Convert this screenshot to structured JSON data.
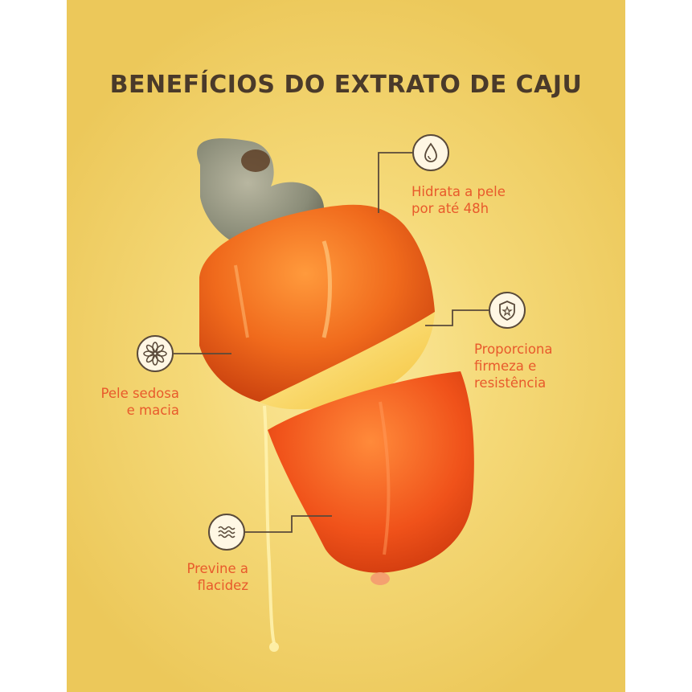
{
  "title": "BENEFÍCIOS DO EXTRATO DE CAJU",
  "benefits": [
    {
      "text": "Hidrata a pele\npor até 48h",
      "icon": "droplet-icon"
    },
    {
      "text": "Proporciona\nfirmeza e\nresistência",
      "icon": "shield-icon"
    },
    {
      "text": "Pele sedosa\ne macia",
      "icon": "flower-icon"
    },
    {
      "text": "Previne a\nflacidez",
      "icon": "waves-icon"
    }
  ],
  "colors": {
    "accent": "#e85a2c",
    "title": "#4a3a2a",
    "background": "#f5d978"
  }
}
